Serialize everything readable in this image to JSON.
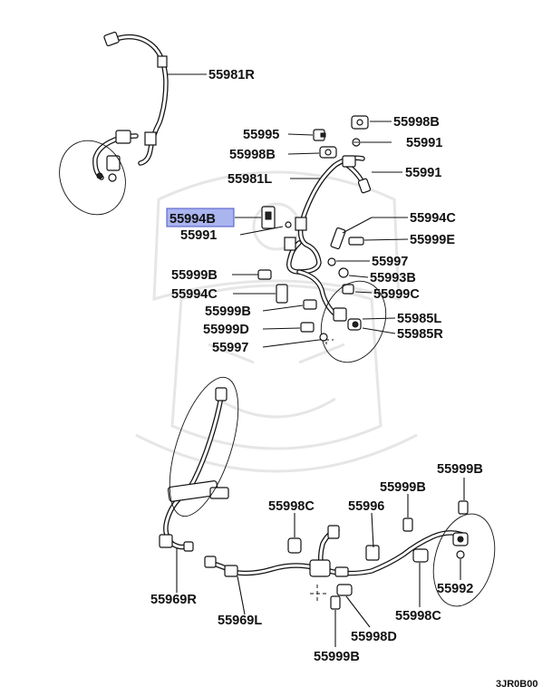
{
  "diagram": {
    "code": "3JR0B00",
    "labels": {
      "l55981R": "55981R",
      "l55995": "55995",
      "l55998B_a": "55998B",
      "l55998B_b": "55998B",
      "l55991_a": "55991",
      "l55981L": "55981L",
      "l55991_b": "55991",
      "l55994B": "55994B",
      "l55991_c": "55991",
      "l55994C_a": "55994C",
      "l55999E": "55999E",
      "l55997_a": "55997",
      "l55993B": "55993B",
      "l55999B_a": "55999B",
      "l55994C_b": "55994C",
      "l55999C_a": "55999C",
      "l55999B_b": "55999B",
      "l55985L": "55985L",
      "l55999D": "55999D",
      "l55985R": "55985R",
      "l55997_b": "55997",
      "l55999B_c": "55999B",
      "l55998C_a": "55998C",
      "l55996": "55996",
      "l55999B_d": "55999B",
      "l55969R": "55969R",
      "l55992": "55992",
      "l55969L": "55969L",
      "l55998C_b": "55998C",
      "l55998D": "55998D",
      "l55999B_e": "55999B"
    },
    "highlight": {
      "part": "55994B",
      "color": "#aab4ee",
      "border": "#4a56c8"
    }
  }
}
